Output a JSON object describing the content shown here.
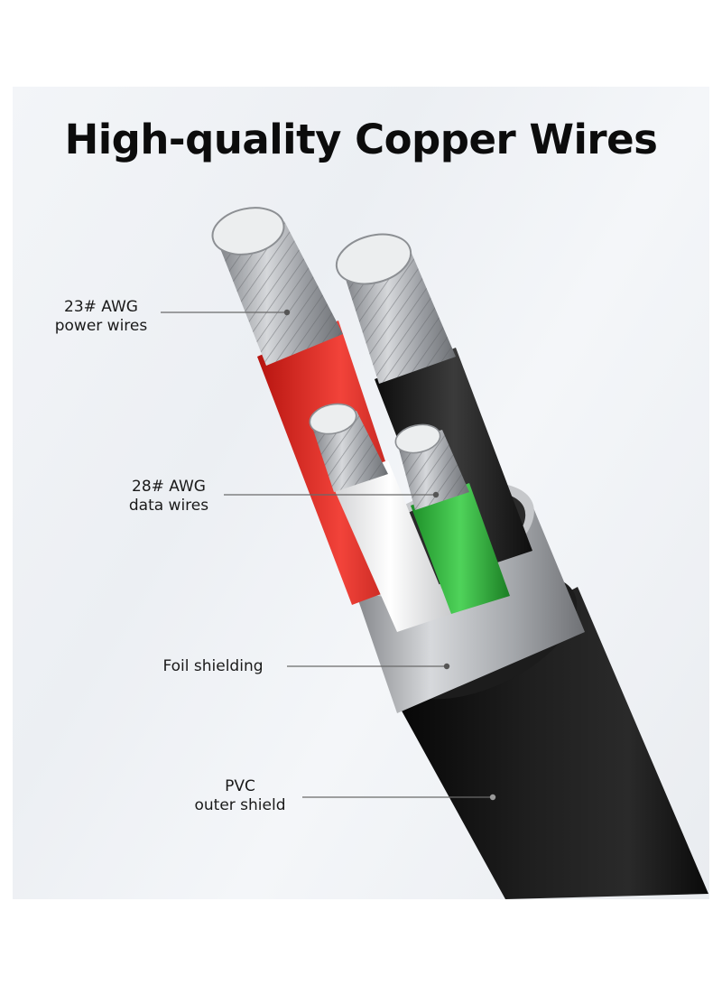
{
  "title": "High-quality Copper Wires",
  "callouts": [
    {
      "line1": "23# AWG",
      "line2": "power wires"
    },
    {
      "line1": "28# AWG",
      "line2": "data wires"
    },
    {
      "line1": "Foil shielding",
      "line2": ""
    },
    {
      "line1": "PVC",
      "line2": "outer shield"
    }
  ],
  "colors": {
    "power_wire_red": "#e52b26",
    "power_wire_black": "#1b1b1b",
    "data_wire_white": "#f2f2f2",
    "data_wire_green": "#2fb83a",
    "foil": "#a9abae",
    "outer_jacket": "#151515",
    "copper_strands": "#b9bcc0"
  },
  "icons": [
    "callout-dot-icon",
    "strand-end-icon"
  ]
}
